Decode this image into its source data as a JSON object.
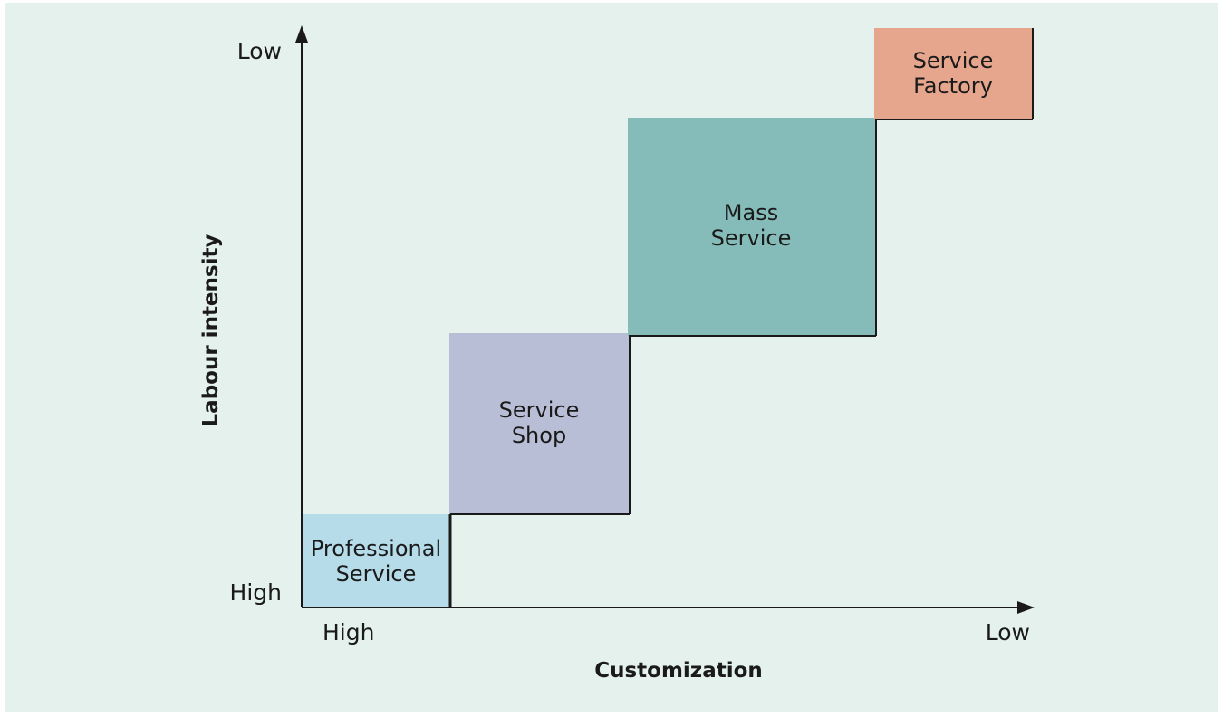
{
  "colors": {
    "background": "#e4f1ed",
    "axis": "#1a1a1a",
    "professional_service": "#b6dcea",
    "service_shop": "#b8bed5",
    "mass_service": "#85bbb8",
    "service_factory": "#e6a68d"
  },
  "y_axis": {
    "title": "Labour intensity",
    "top_label": "Low",
    "bottom_label": "High"
  },
  "x_axis": {
    "title": "Customization",
    "left_label": "High",
    "right_label": "Low"
  },
  "boxes": [
    {
      "id": "professional-service",
      "line1": "Professional",
      "line2": "Service",
      "color_key": "professional_service"
    },
    {
      "id": "service-shop",
      "line1": "Service",
      "line2": "Shop",
      "color_key": "service_shop"
    },
    {
      "id": "mass-service",
      "line1": "Mass",
      "line2": "Service",
      "color_key": "mass_service"
    },
    {
      "id": "service-factory",
      "line1": "Service",
      "line2": "Factory",
      "color_key": "service_factory"
    }
  ]
}
